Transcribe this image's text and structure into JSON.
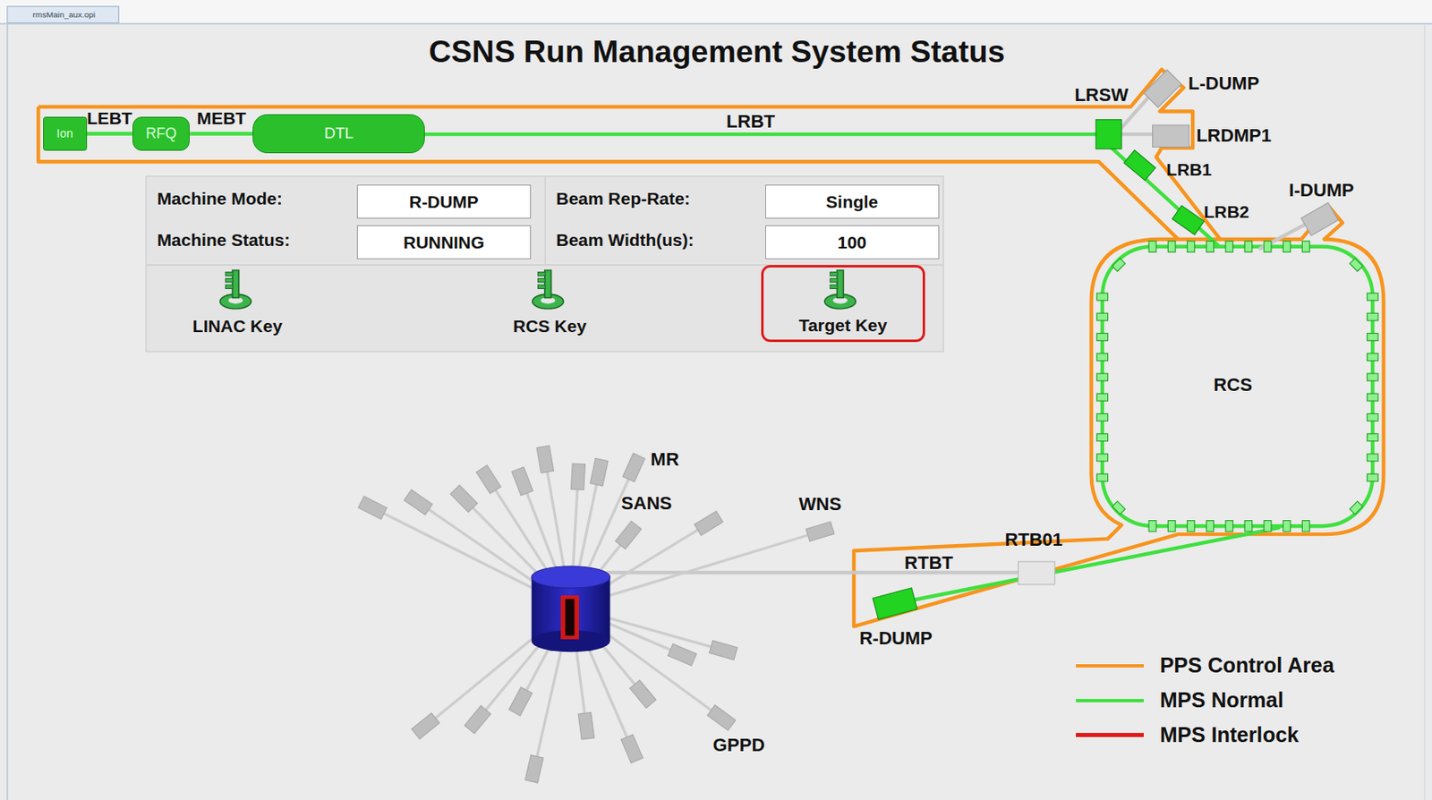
{
  "diagram": {
    "title": "CSNS Run Management System Status",
    "nodes": [
      {
        "text": [
          "Ion"
        ]
      },
      {
        "text": [
          "RFQ"
        ]
      },
      {
        "text": [
          "DTL"
        ]
      },
      {
        "text": [
          "R-DUMP"
        ]
      },
      {
        "text": [
          "Single"
        ]
      },
      {
        "text": [
          "RUNNING"
        ]
      },
      {
        "text": [
          "100"
        ]
      },
      {
        "text": [
          "Target Key"
        ]
      }
    ],
    "edges": [
      {
        "from": 0,
        "to": 1,
        "arrow": "none",
        "label": "LEBT"
      },
      {
        "from": 1,
        "to": 2,
        "arrow": "none",
        "label": "MEBT"
      }
    ],
    "labels": [
      "rmsMain_aux.opi",
      "LRBT",
      "LRSW",
      "L-DUMP",
      "LRDMP1",
      "LRB1",
      "LRB2",
      "I-DUMP",
      "Machine Mode:",
      "Beam Rep-Rate:",
      "Machine Status:",
      "Beam Width(us):",
      "LINAC Key",
      "RCS Key",
      "RCS",
      "MR",
      "SANS",
      "WNS",
      "RTB01",
      "RTBT",
      "R-DUMP",
      "GPPD"
    ],
    "legend": [
      {
        "text": "PPS Control Area",
        "color": "#f7941d"
      },
      {
        "text": "MPS Normal",
        "color": "#3fe03f"
      },
      {
        "text": "MPS Interlock",
        "color": "#e01b1b"
      }
    ]
  }
}
